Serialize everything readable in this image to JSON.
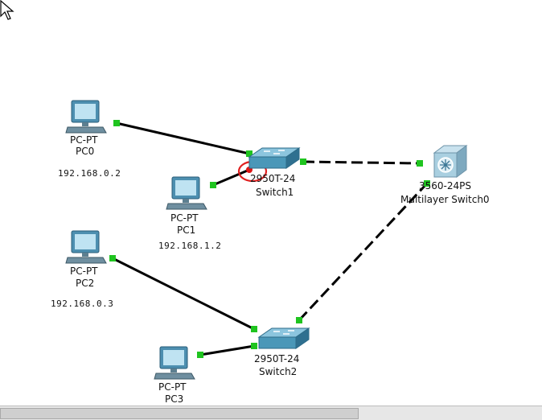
{
  "colors": {
    "link": "#000000",
    "link_up": "#1fc41f",
    "link_down": "#e01414",
    "highlight": "#e02020",
    "switch_body": "#4a97b8",
    "pc_body": "#4d8fb0"
  },
  "devices": {
    "pc0": {
      "model": "PC-PT",
      "name": "PC0",
      "ip": "192.168.0.2"
    },
    "pc1": {
      "model": "PC-PT",
      "name": "PC1",
      "ip": "192.168.1.2"
    },
    "pc2": {
      "model": "PC-PT",
      "name": "PC2",
      "ip": "192.168.0.3"
    },
    "pc3": {
      "model": "PC-PT",
      "name": "PC3"
    },
    "switch1": {
      "model": "2950T-24",
      "name": "Switch1"
    },
    "switch2": {
      "model": "2950T-24",
      "name": "Switch2"
    },
    "mlswitch0": {
      "model": "3560-24PS",
      "name": "Multilayer Switch0"
    }
  },
  "links": [
    {
      "from": "PC0",
      "to": "Switch1",
      "cable": "straight",
      "from_status": "up",
      "to_status": "up"
    },
    {
      "from": "PC1",
      "to": "Switch1",
      "cable": "straight",
      "from_status": "up",
      "to_status": "down"
    },
    {
      "from": "Switch1",
      "to": "Multilayer Switch0",
      "cable": "crossover",
      "from_status": "up",
      "to_status": "up"
    },
    {
      "from": "PC2",
      "to": "Switch2",
      "cable": "straight",
      "from_status": "up",
      "to_status": "up"
    },
    {
      "from": "PC3",
      "to": "Switch2",
      "cable": "straight",
      "from_status": "up",
      "to_status": "up"
    },
    {
      "from": "Switch2",
      "to": "Multilayer Switch0",
      "cable": "crossover",
      "from_status": "up",
      "to_status": "up"
    }
  ],
  "icons": {
    "pc": "desktop-computer-icon",
    "switch": "workgroup-switch-icon",
    "multilayer_switch": "multilayer-switch-icon",
    "cursor": "mouse-pointer-icon"
  }
}
